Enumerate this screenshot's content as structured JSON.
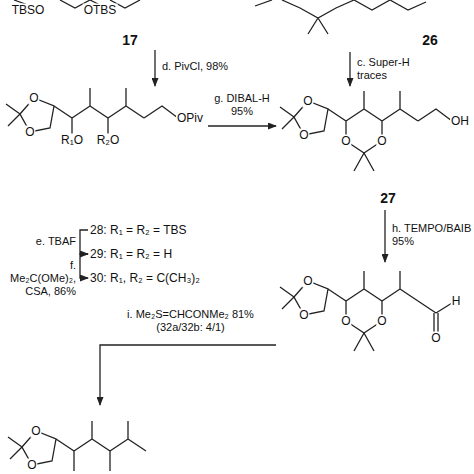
{
  "diagram": {
    "nodes": [
      {
        "text": [
          "TBSO",
          "OTBS",
          "17"
        ]
      },
      {
        "text": [
          "26"
        ]
      },
      {
        "text": [
          "O",
          "O",
          "R₁O",
          "R₂O",
          "OPiv"
        ]
      },
      {
        "text": [
          "28: R₁ = R₂ = TBS"
        ]
      },
      {
        "text": [
          "29: R₁ = R₂ = H"
        ]
      },
      {
        "text": [
          "30: R₁, R₂ = C(CH₃)₂"
        ]
      },
      {
        "text": [
          "O",
          "O",
          "O",
          "O",
          "OH",
          "27"
        ]
      },
      {
        "text": [
          "O",
          "O",
          "O",
          "O",
          "O",
          "H"
        ]
      },
      {
        "text": [
          "O",
          "O"
        ]
      }
    ],
    "edges": [
      {
        "from": 0,
        "to": 2,
        "arrow": "to",
        "label": "d. PivCl, 98%"
      },
      {
        "from": 1,
        "to": 6,
        "arrow": "to",
        "label": "c. Super-H traces"
      },
      {
        "from": 3,
        "to": 4,
        "arrow": "to",
        "label": "e. TBAF"
      },
      {
        "from": 4,
        "to": 5,
        "arrow": "to",
        "label": "f. Me₂C(OMe)₂, CSA, 86%"
      },
      {
        "from": 2,
        "to": 6,
        "arrow": "to",
        "label": "g. DIBAL-H 95%"
      },
      {
        "from": 6,
        "to": 7,
        "arrow": "to",
        "label": "h. TEMPO/BAIB 95%"
      },
      {
        "from": 7,
        "to": 8,
        "arrow": "to",
        "label": "i. Me₂S=CHCONMe₂ 81% (32a/32b: 4/1)"
      }
    ]
  }
}
